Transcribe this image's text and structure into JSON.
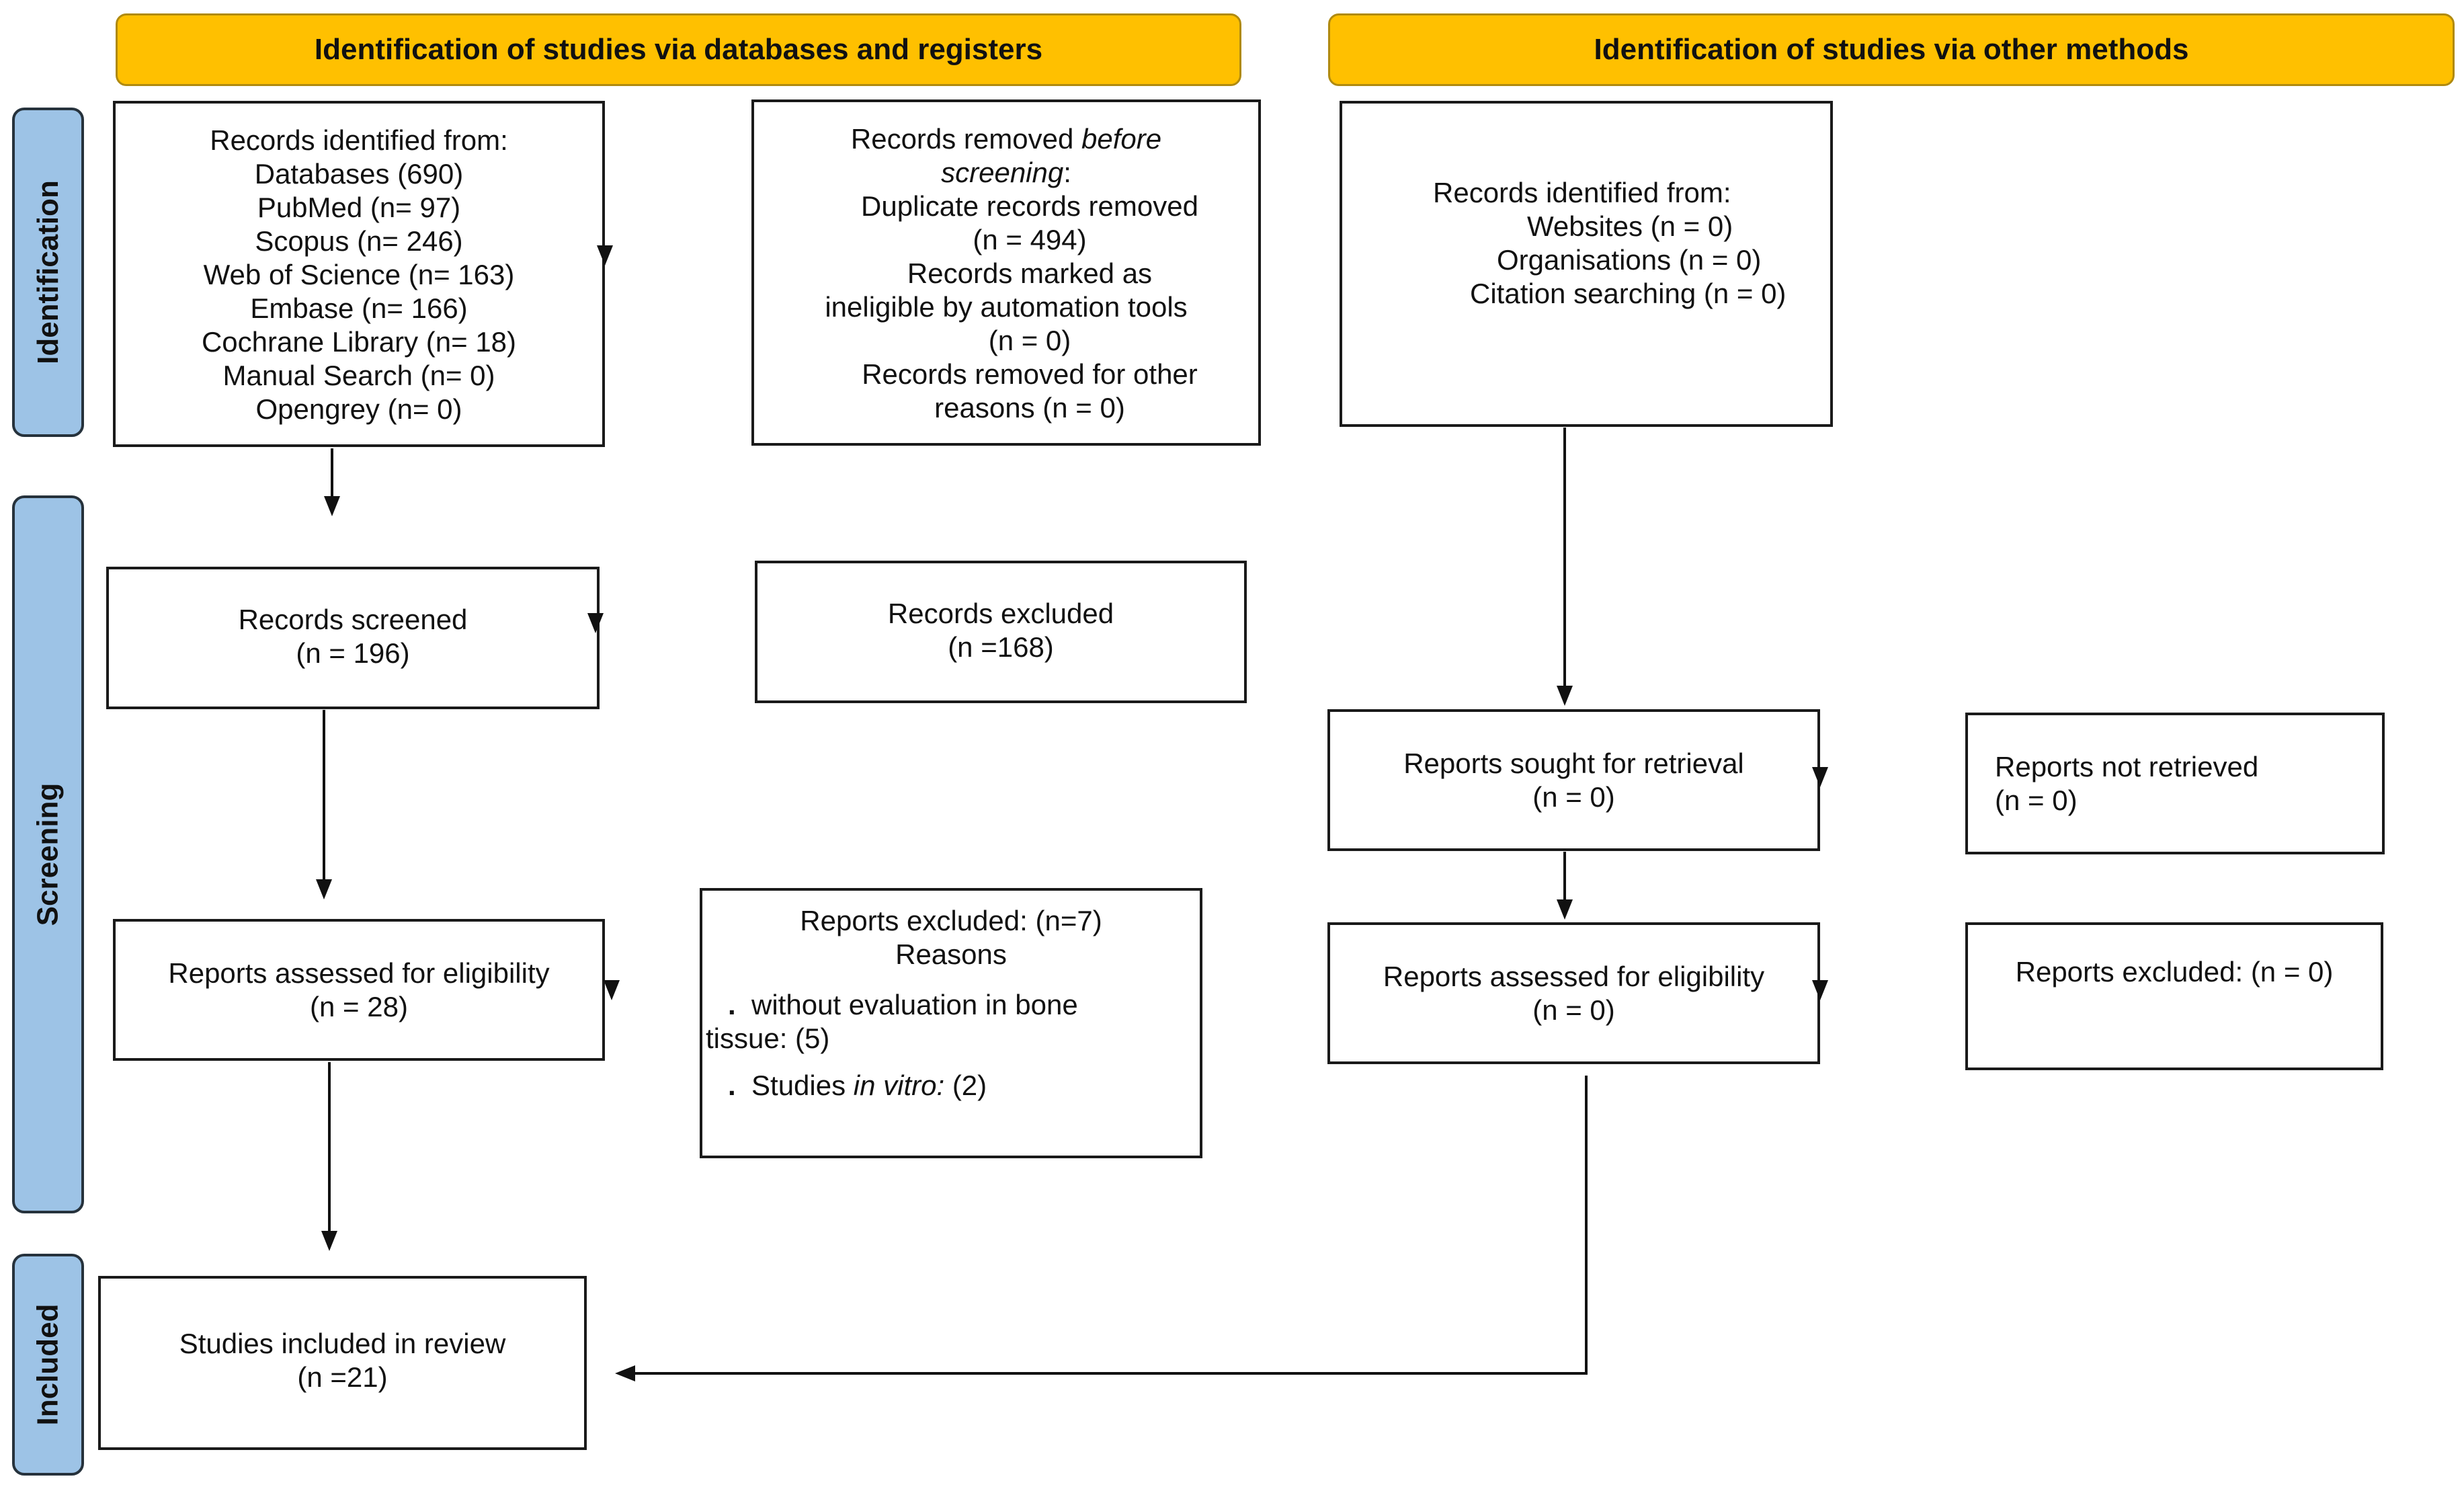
{
  "headers": {
    "databases": "Identification of studies via databases and registers",
    "other": "Identification of studies via other methods"
  },
  "phases": {
    "identification": "Identification",
    "screening": "Screening",
    "included": "Included"
  },
  "records_identified": {
    "lines": [
      "Records identified from:",
      "Databases (690)",
      "PubMed (n= 97)",
      "Scopus (n= 246)",
      "Web of Science (n= 163)",
      "Embase (n= 166)",
      "Cochrane Library (n= 18)",
      "Manual Search (n= 0)",
      "Opengrey (n= 0)"
    ]
  },
  "records_removed": {
    "title_prefix": "Records removed ",
    "title_italic_1": "before",
    "title_italic_2": "screening",
    "title_suffix": ":",
    "lines": [
      "Duplicate records removed",
      "(n = 494)",
      "Records marked as",
      "ineligible by automation tools",
      "(n = 0)",
      "Records removed for other",
      "reasons (n = 0)"
    ]
  },
  "other_identified": {
    "lines": [
      "Records identified from:",
      "Websites (n = 0)",
      "Organisations (n = 0)",
      "Citation searching (n = 0)"
    ]
  },
  "records_screened": {
    "label": "Records screened",
    "count": "(n = 196)"
  },
  "records_excluded": {
    "label": "Records excluded",
    "count": "(n =168)"
  },
  "reports_sought": {
    "label": "Reports sought for retrieval",
    "count": "(n = 0)"
  },
  "reports_not_retrieved": {
    "label": "Reports not retrieved",
    "count": "(n = 0)"
  },
  "assessed_db": {
    "label": "Reports assessed for eligibility",
    "count": "(n = 28)"
  },
  "reports_excluded_db": {
    "title": "Reports excluded: (n=7)",
    "subtitle": "Reasons",
    "bullet_1_a": "without evaluation in bone",
    "bullet_1_b": "tissue:  (5)",
    "bullet_2_prefix": "Studies ",
    "bullet_2_italic": "in vitro:",
    "bullet_2_suffix": " (2)"
  },
  "assessed_other": {
    "label": "Reports assessed for eligibility",
    "count": "(n = 0)"
  },
  "reports_excluded_other": {
    "label": "Reports excluded: (n = 0)"
  },
  "included": {
    "label": "Studies included in review",
    "count": "(n =21)"
  }
}
